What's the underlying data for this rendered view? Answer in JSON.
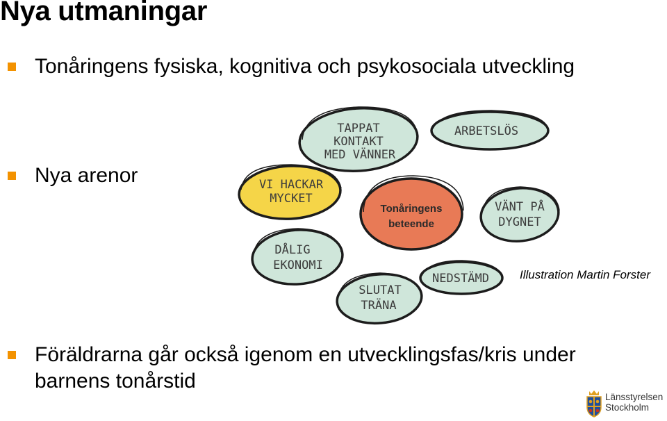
{
  "slide": {
    "title": "Nya utmaningar",
    "bullets": [
      "Tonåringens fysiska, kognitiva och psykosociala utveckling",
      "Nya arenor",
      "Föräldrarna går också igenom en utvecklingsfas/kris under",
      "barnens tonårstid"
    ],
    "bullet_color": "#f39200"
  },
  "illustration": {
    "credit": "Illustration Martin Forster",
    "center": {
      "line1": "Tonåringens",
      "line2": "beteende",
      "color": "#e87a56"
    },
    "bubbles": {
      "tappat": [
        "TAPPAT",
        "KONTAKT",
        "MED VÄNNER"
      ],
      "arbetslos": [
        "ARBETSLÖS"
      ],
      "hackar": [
        "VI HACKAR",
        "MYCKET"
      ],
      "dygnet": [
        "VÄNT PÅ",
        "DYGNET"
      ],
      "ekonomi": [
        "DÅLIG",
        "EKONOMI"
      ],
      "nedstamd": [
        "NEDSTÄMD"
      ],
      "traning": [
        "SLUTAT",
        "TRÄNA"
      ]
    },
    "colors": {
      "mint": "#cfe6da",
      "yellow": "#f5d548",
      "outline": "#1c1c1c"
    }
  },
  "logo": {
    "line1": "Länsstyrelsen",
    "line2": "Stockholm"
  }
}
